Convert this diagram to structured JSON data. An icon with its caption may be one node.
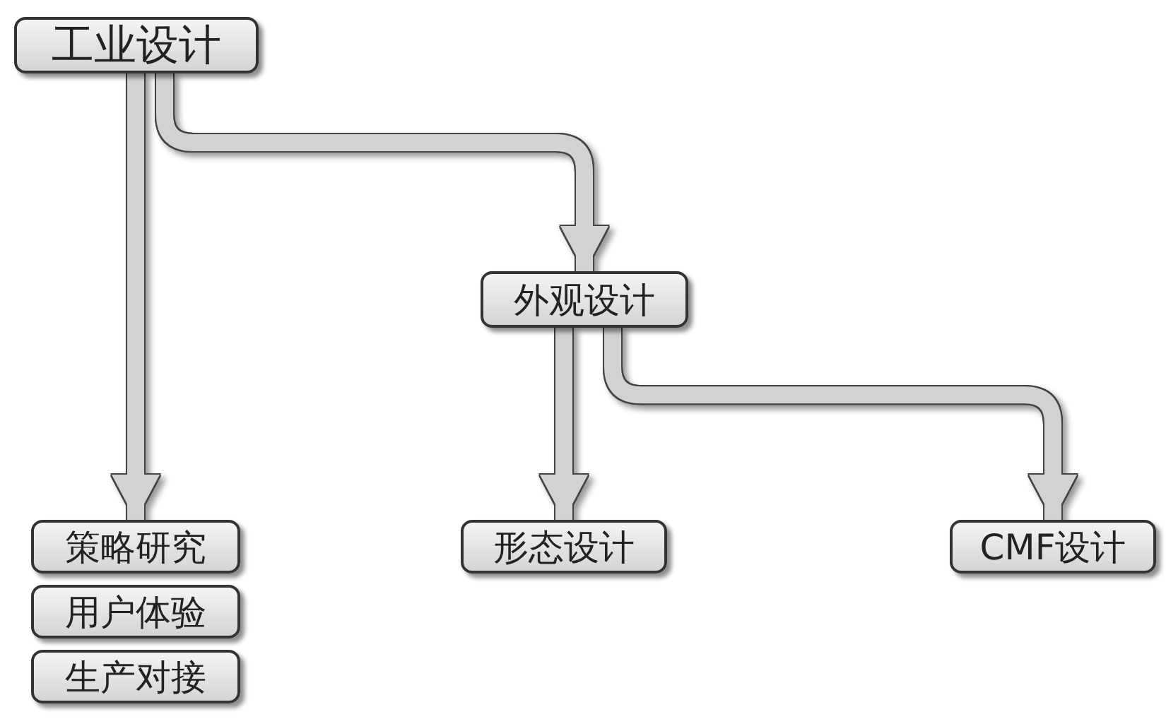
{
  "diagram": {
    "nodes": [
      {
        "text": [
          "工业设计"
        ]
      },
      {
        "text": [
          "外观设计"
        ]
      },
      {
        "text": [
          "策略研究"
        ]
      },
      {
        "text": [
          "用户体验"
        ]
      },
      {
        "text": [
          "生产对接"
        ]
      },
      {
        "text": [
          "形态设计"
        ]
      },
      {
        "text": [
          "CMF设计"
        ]
      }
    ],
    "edges": [
      {
        "from": 0,
        "to": 2,
        "arrow": "to"
      },
      {
        "from": 0,
        "to": 1,
        "arrow": "to"
      },
      {
        "from": 1,
        "to": 5,
        "arrow": "to"
      },
      {
        "from": 1,
        "to": 6,
        "arrow": "to"
      }
    ]
  }
}
